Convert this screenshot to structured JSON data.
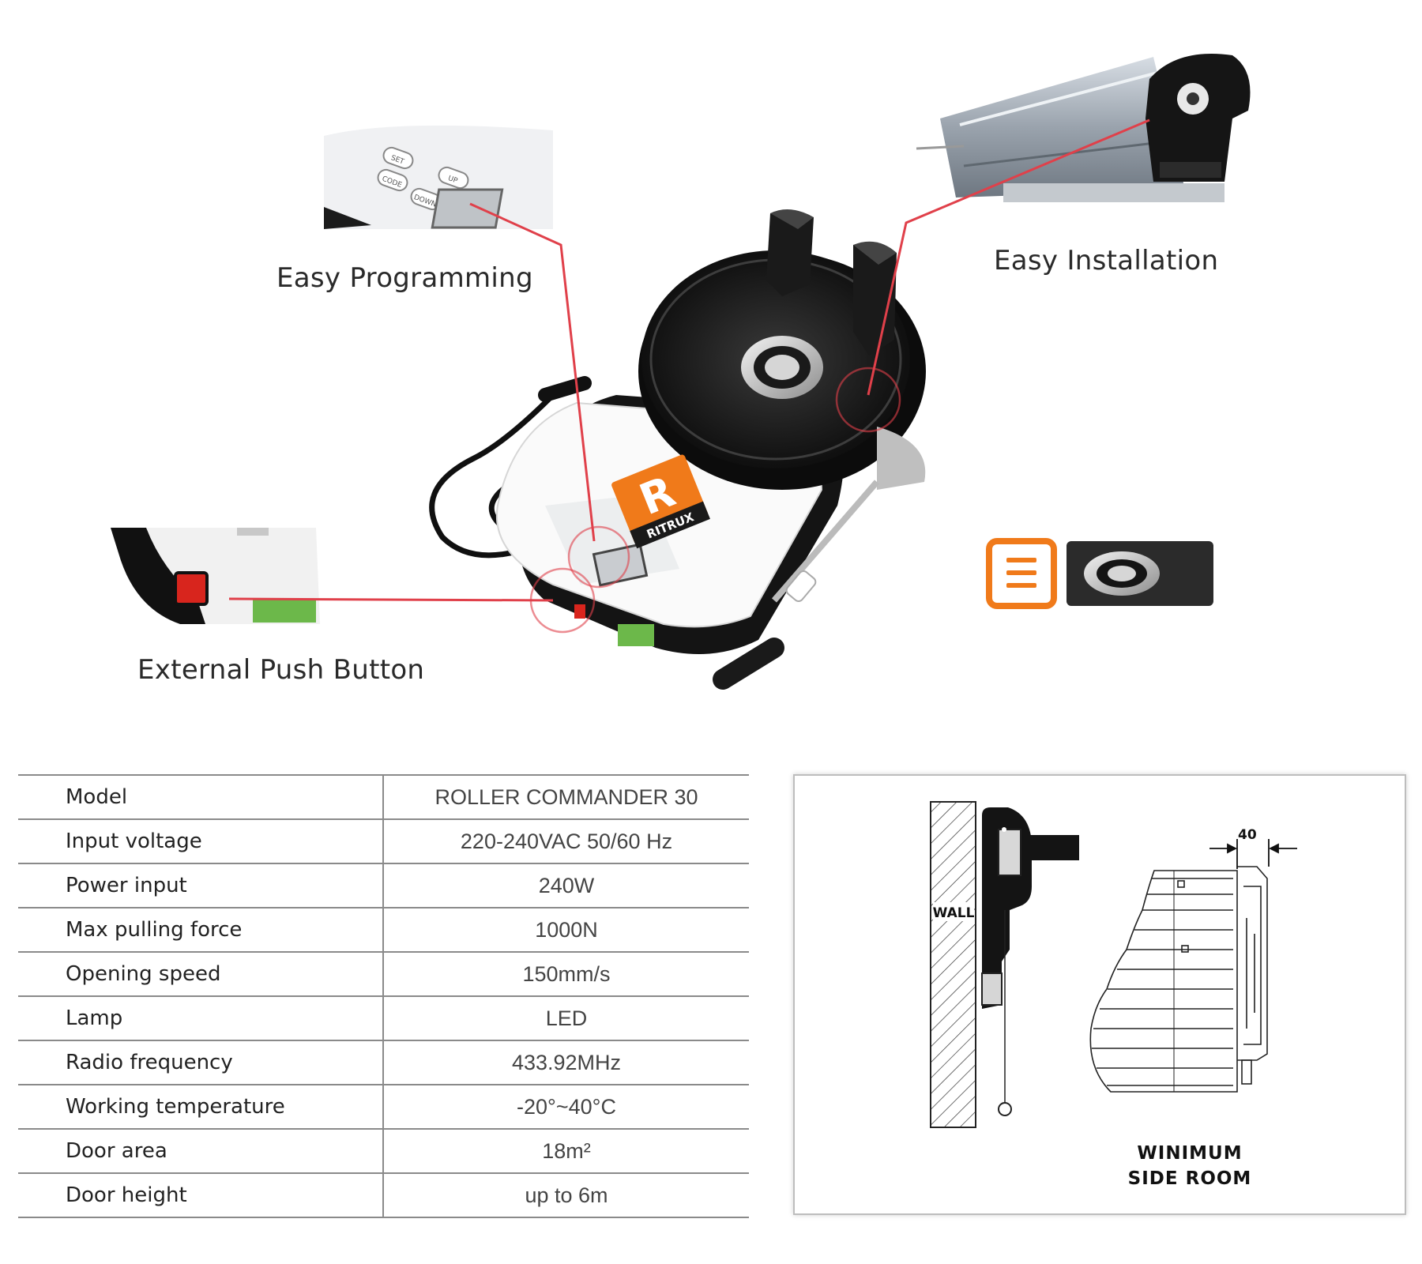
{
  "callouts": {
    "programming": "Easy Programming",
    "installation": "Easy Installation",
    "push_button": "External Push Button"
  },
  "brand": {
    "logo_letter": "R",
    "logo_text": "RITRUX",
    "logo_color": "#f07a1a"
  },
  "keypad": {
    "keys": [
      "SET",
      "UP",
      "CODE",
      "DOWN"
    ]
  },
  "accent_color": "#e0404a",
  "specs": [
    {
      "label": "Model",
      "value": "ROLLER COMMANDER 30"
    },
    {
      "label": "Input voltage",
      "value": "220-240VAC 50/60 Hz"
    },
    {
      "label": "Power input",
      "value": "240W"
    },
    {
      "label": "Max pulling force",
      "value": "1000N"
    },
    {
      "label": "Opening speed",
      "value": "150mm/s"
    },
    {
      "label": "Lamp",
      "value": "LED"
    },
    {
      "label": "Radio frequency",
      "value": "433.92MHz"
    },
    {
      "label": "Working temperature",
      "value": "-20°~40°C"
    },
    {
      "label": "Door area",
      "value": "18m²"
    },
    {
      "label": "Door height",
      "value": "up to 6m"
    }
  ],
  "diagram": {
    "wall_label": "WALL",
    "dimension": "40",
    "side_room_line1": "WINIMUM",
    "side_room_line2": "SIDE ROOM"
  }
}
